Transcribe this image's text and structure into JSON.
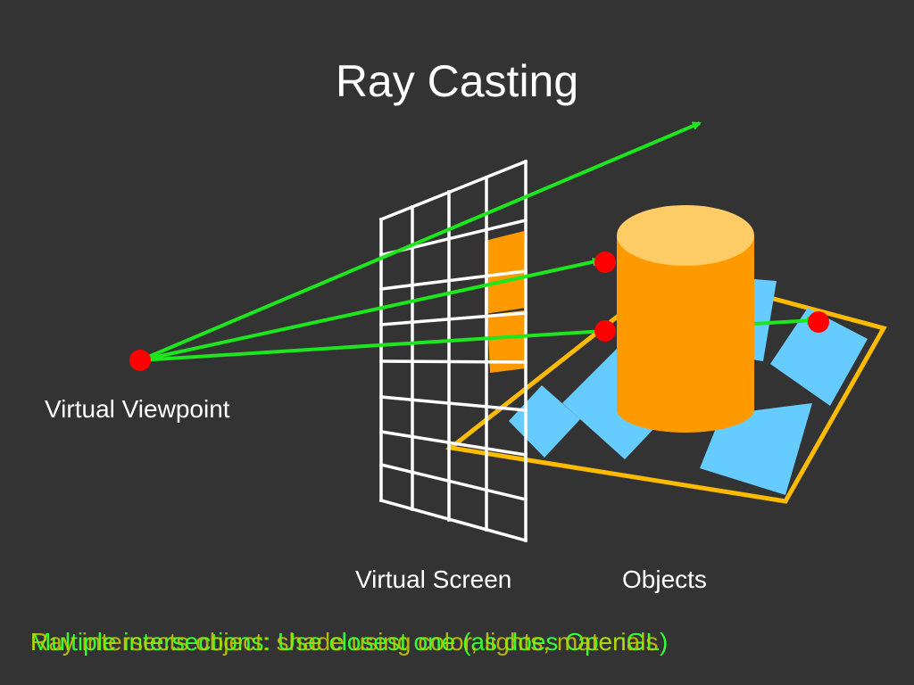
{
  "title": "Ray Casting",
  "labels": {
    "viewpoint": "Virtual Viewpoint",
    "screen": "Virtual Screen",
    "objects": "Objects"
  },
  "captions": {
    "overlay_1": "Multiple intersections: Use closest one (as does OpenGL)",
    "overlay_2": "Ray intersects object: shade using color, lights, materials"
  },
  "colors": {
    "background": "#333333",
    "ray": "#1ee61e",
    "intersection": "#ff0000",
    "cylinder": "#ff9900",
    "cylinder_top": "#ffcc66",
    "squares": "#66ccff",
    "floor_outline": "#ffbb00",
    "screen_grid": "#ffffff"
  }
}
